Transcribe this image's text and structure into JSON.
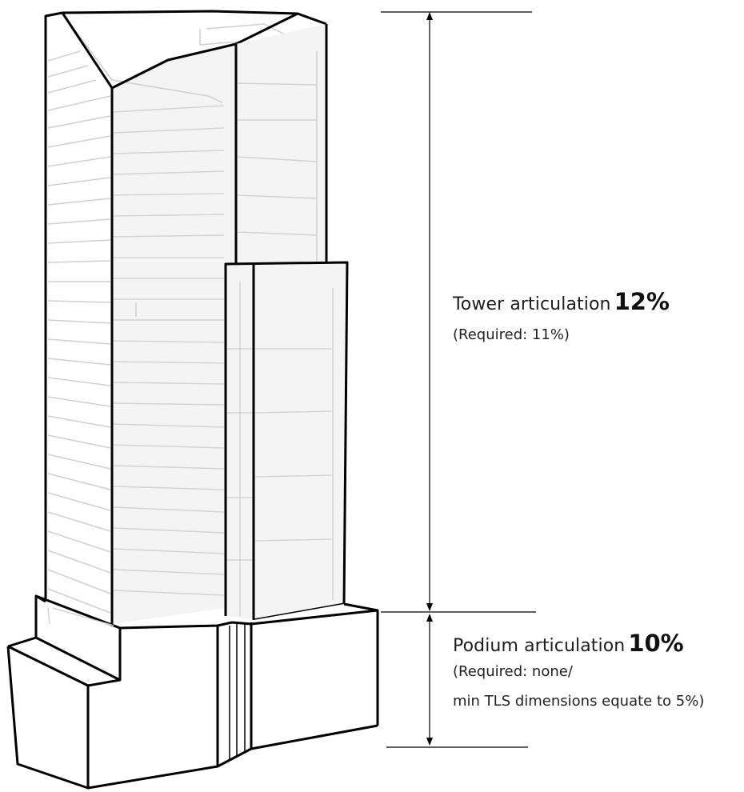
{
  "tower": {
    "label": "Tower articulation",
    "value": "12%",
    "required": "(Required: 11%)"
  },
  "podium": {
    "label": "Podium articulation",
    "value": "10%",
    "required_line1": "(Required: none/",
    "required_line2": "min TLS dimensions equate to 5%)"
  },
  "colors": {
    "outline": "#000000",
    "faint_lines": "#c8c8c8",
    "face_fill": "#f4f4f4",
    "background": "#ffffff"
  }
}
